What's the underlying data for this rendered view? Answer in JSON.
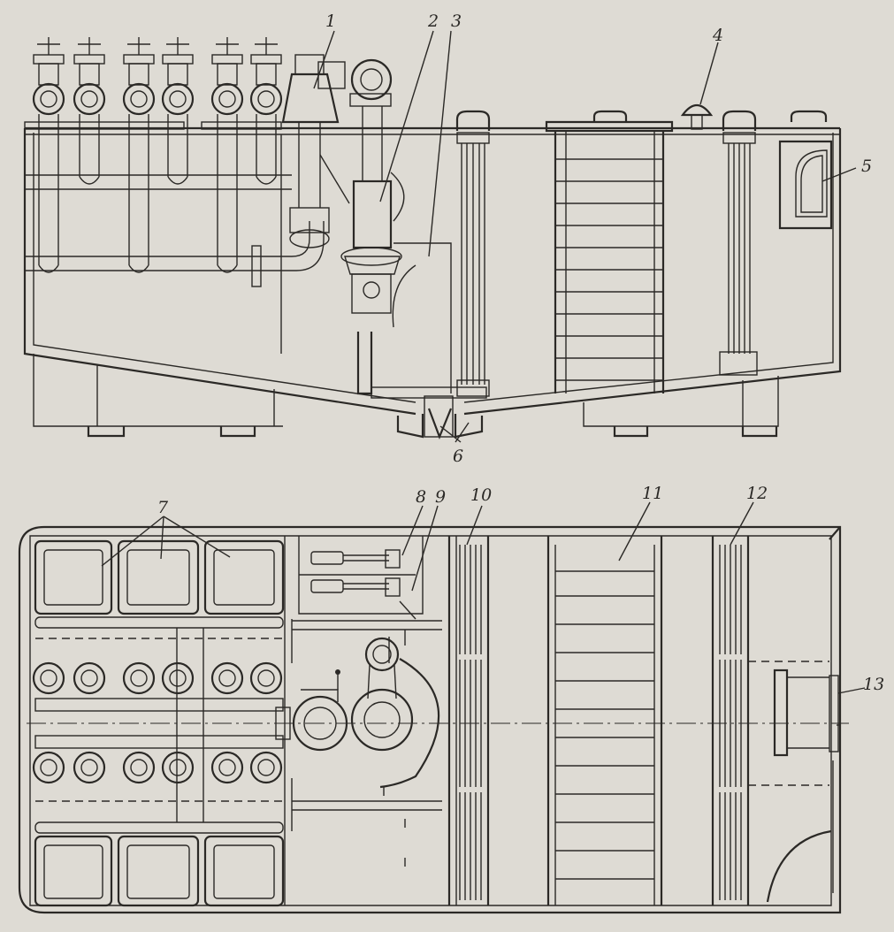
{
  "labels": {
    "l1": "1",
    "l2": "2",
    "l3": "3",
    "l4": "4",
    "l5": "5",
    "l6": "6",
    "l7": "7",
    "l8": "8",
    "l9": "9",
    "l10": "10",
    "l11": "11",
    "l12": "12",
    "l13": "13"
  },
  "colors": {
    "ink": "#2b2926",
    "paper": "#dedbd4"
  }
}
